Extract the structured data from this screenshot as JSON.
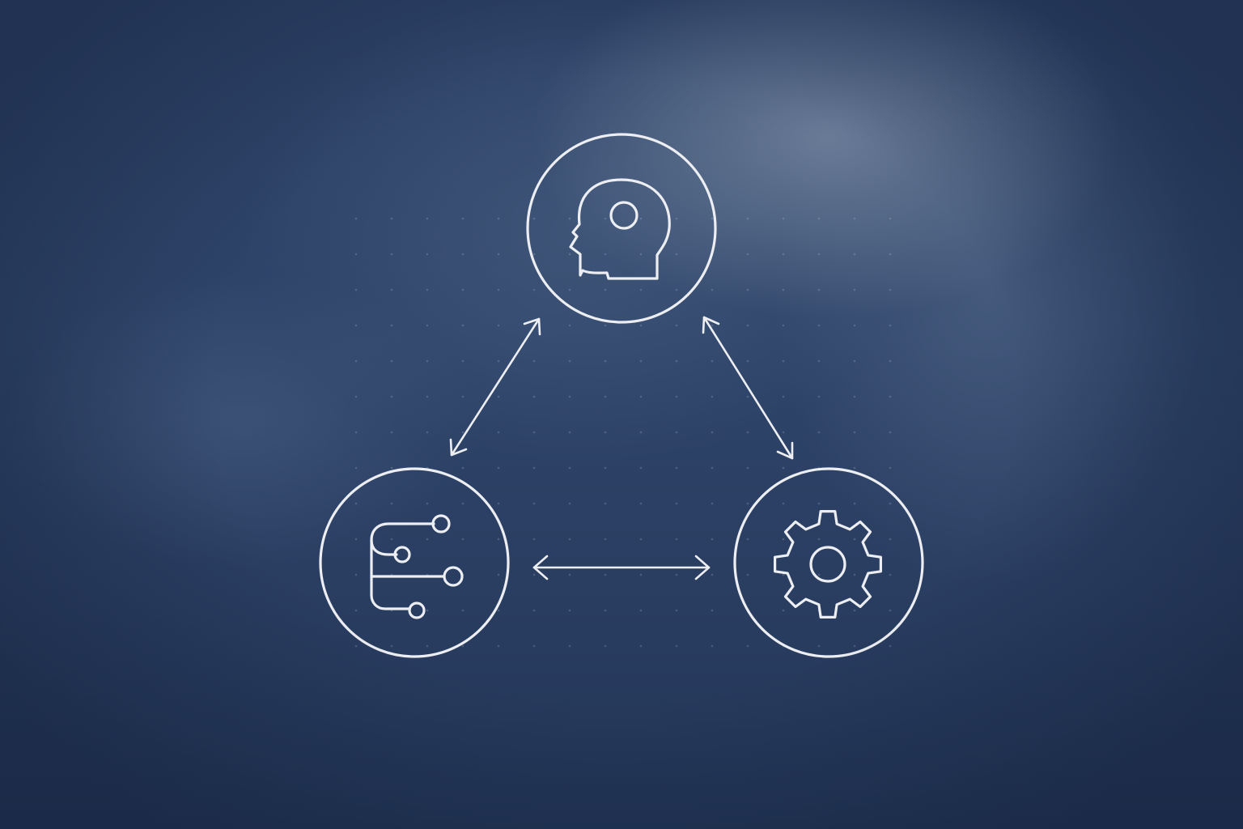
{
  "diagram": {
    "nodes": [
      {
        "id": "mind",
        "icon": "human-head-icon"
      },
      {
        "id": "network",
        "icon": "circuit-network-icon"
      },
      {
        "id": "settings",
        "icon": "gear-icon"
      }
    ],
    "connections": [
      {
        "from": "mind",
        "to": "network",
        "direction": "bidirectional"
      },
      {
        "from": "mind",
        "to": "settings",
        "direction": "bidirectional"
      },
      {
        "from": "network",
        "to": "settings",
        "direction": "bidirectional"
      }
    ],
    "colors": {
      "background": "#2c4166",
      "line": "#eceef2"
    }
  }
}
